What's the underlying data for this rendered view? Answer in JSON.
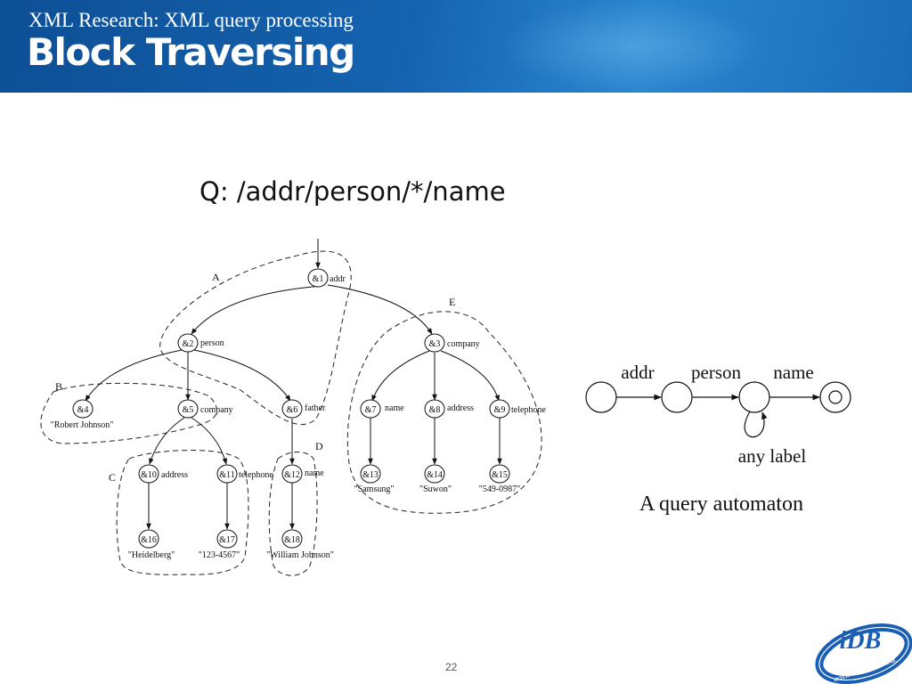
{
  "header": {
    "subtitle": "XML Research: XML query processing",
    "title": "Block Traversing"
  },
  "query": "Q: /addr/person/*/name",
  "tree": {
    "nodes": [
      {
        "id": "&1",
        "label": "addr"
      },
      {
        "id": "&2",
        "label": "person"
      },
      {
        "id": "&3",
        "label": "company"
      },
      {
        "id": "&4",
        "value": "\"Robert Johnson\""
      },
      {
        "id": "&5",
        "label": "company"
      },
      {
        "id": "&6",
        "label": "father"
      },
      {
        "id": "&7",
        "label": "name"
      },
      {
        "id": "&8",
        "label": "address"
      },
      {
        "id": "&9",
        "label": "telephone"
      },
      {
        "id": "&10",
        "label": "address"
      },
      {
        "id": "&11",
        "label": "telephone"
      },
      {
        "id": "&12",
        "label": "name"
      },
      {
        "id": "&13",
        "value": "\"Samsung\""
      },
      {
        "id": "&14",
        "value": "\"Suwon\""
      },
      {
        "id": "&15",
        "value": "\"549-0987\""
      },
      {
        "id": "&16",
        "value": "\"Heidelberg\""
      },
      {
        "id": "&17",
        "value": "\"123-4567\""
      },
      {
        "id": "&18",
        "value": "\"William Johnson\""
      }
    ],
    "blocks": [
      "A",
      "B",
      "C",
      "D",
      "E"
    ]
  },
  "automaton": {
    "transitions": [
      "addr",
      "person",
      "name"
    ],
    "loop_label": "any label",
    "caption": "A query automaton"
  },
  "footer": {
    "page_number": "22",
    "logo_text": "iDB",
    "logo_ring_text": "INTERNET DATABASE LAB."
  },
  "colors": {
    "header_blue": "#1563b0",
    "logo_blue": "#1a5fb4"
  }
}
